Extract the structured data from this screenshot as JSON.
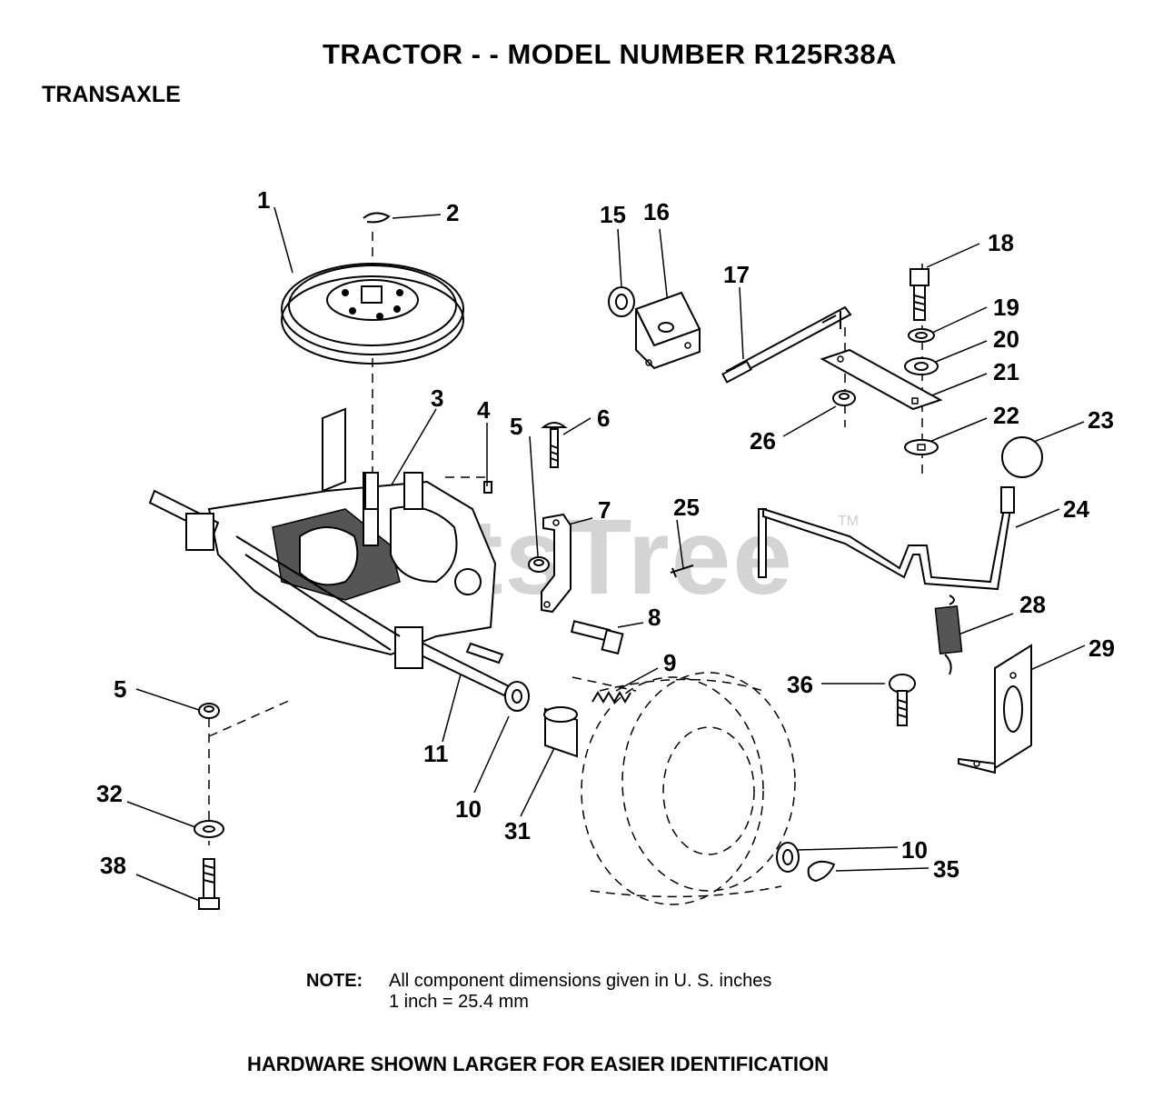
{
  "header": {
    "title": "TRACTOR - - MODEL NUMBER R125R38A",
    "section": "TRANSAXLE"
  },
  "watermark": {
    "text": "PartsTree",
    "tm": "TM"
  },
  "callouts": [
    "1",
    "2",
    "3",
    "4",
    "5",
    "6",
    "15",
    "16",
    "17",
    "18",
    "19",
    "20",
    "21",
    "22",
    "23",
    "24",
    "25",
    "26",
    "7",
    "8",
    "9",
    "5",
    "11",
    "10",
    "31",
    "36",
    "28",
    "29",
    "32",
    "38",
    "10",
    "35"
  ],
  "note": {
    "label": "NOTE:",
    "line1": "All component dimensions given in U. S. inches",
    "line2": "1 inch = 25.4 mm"
  },
  "footer": "HARDWARE SHOWN LARGER FOR EASIER IDENTIFICATION"
}
